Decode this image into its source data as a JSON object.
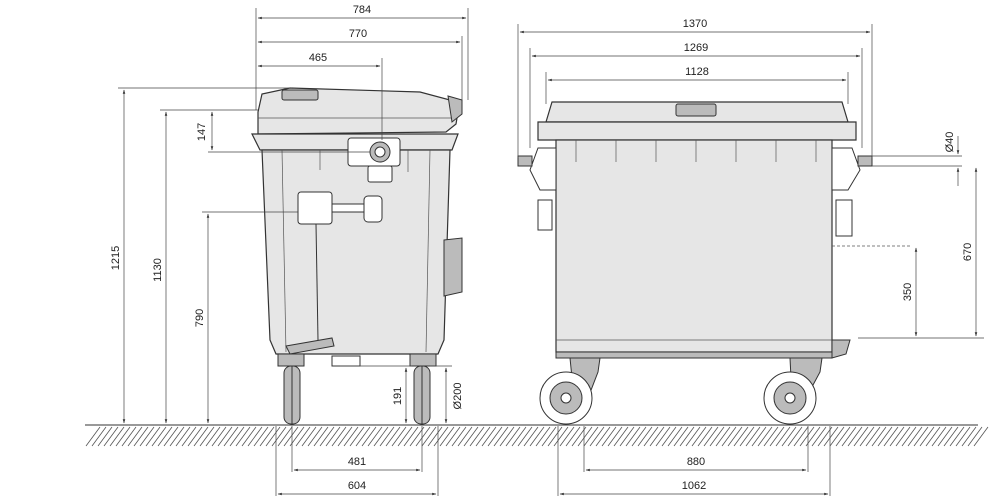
{
  "dimensions": {
    "side_width_total": "784",
    "side_width_body": "770",
    "side_width_partial": "465",
    "side_height_total": "1215",
    "side_height_body": "1130",
    "side_height_147": "147",
    "side_height_790": "790",
    "side_height_191": "191",
    "side_wheel_diameter": "Ø200",
    "side_wheelbase_481": "481",
    "side_wheelbase_604": "604",
    "front_width_total": "1370",
    "front_width_1269": "1269",
    "front_width_1128": "1128",
    "front_trunnion_diameter": "Ø40",
    "front_height_670": "670",
    "front_height_350": "350",
    "front_wheelbase_880": "880",
    "front_wheelbase_1062": "1062"
  },
  "colors": {
    "line": "#333333",
    "body_fill": "#e6e6e6",
    "ground_hatch": "#555555"
  }
}
